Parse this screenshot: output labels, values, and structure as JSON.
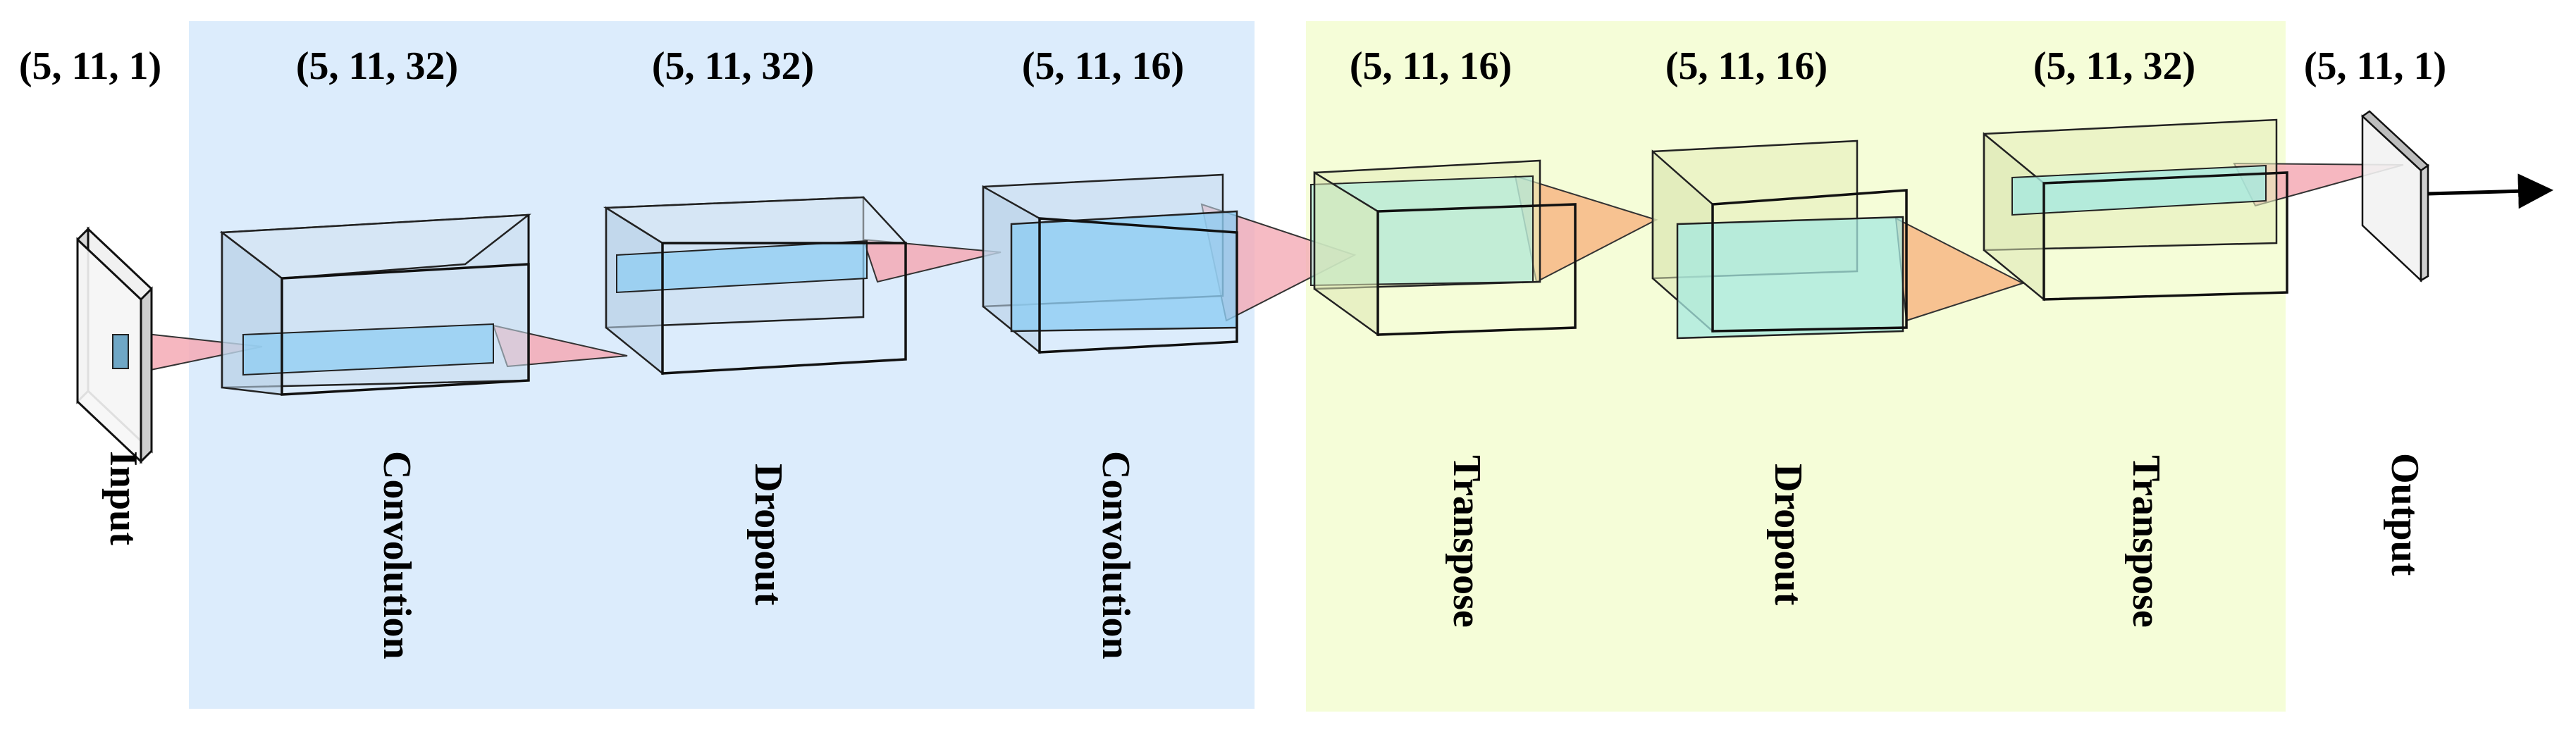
{
  "colors": {
    "encoder_panel": "#dcecfc",
    "decoder_panel": "#f5fdd8",
    "encoder_box_fill": "#c8dced",
    "decoder_box_fill": "#e6efbd",
    "feature_map_blue": "#8fcdf3",
    "feature_map_cyan": "#a6e8e0",
    "kernel_pink": "#f4aab5",
    "kernel_orange": "#f7b785",
    "edge": "#1a1a1a"
  },
  "layers": [
    {
      "shape": "(5, 11, 1)",
      "name": "Input"
    },
    {
      "shape": "(5, 11, 32)",
      "name": "Convolution"
    },
    {
      "shape": "(5, 11, 32)",
      "name": "Dropout"
    },
    {
      "shape": "(5, 11, 16)",
      "name": "Convolution"
    },
    {
      "shape": "(5, 11, 16)",
      "name": "Transpose"
    },
    {
      "shape": "(5, 11, 16)",
      "name": "Dropout"
    },
    {
      "shape": "(5, 11, 32)",
      "name": "Transpose"
    },
    {
      "shape": "(5, 11, 1)",
      "name": "Output"
    }
  ]
}
